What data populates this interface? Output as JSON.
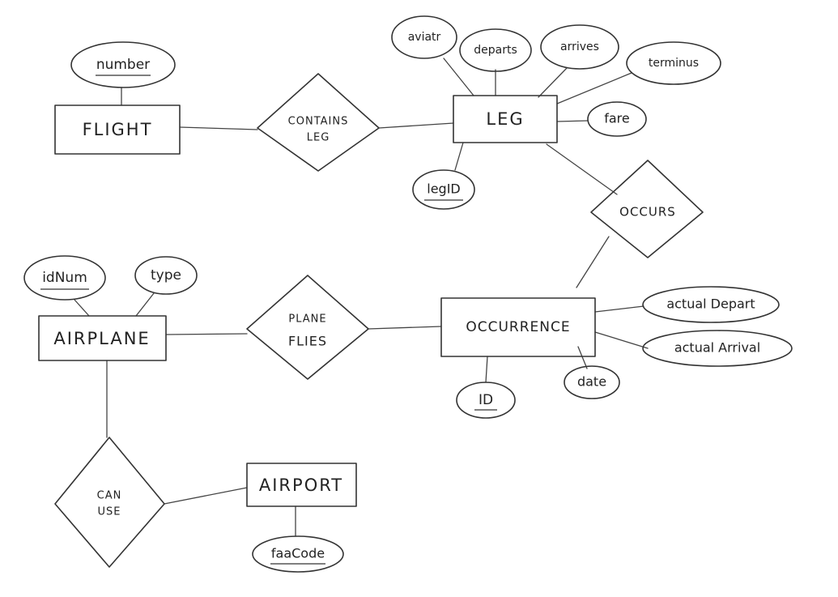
{
  "colors": {
    "ink": "#333333",
    "paper": "#ffffff"
  },
  "entities": {
    "flight": "FLIGHT",
    "leg": "LEG",
    "airplane": "AIRPLANE",
    "occurrence": "OCCURRENCE",
    "airport": "AIRPORT"
  },
  "relationships": {
    "contains_leg": [
      "CONTAINS",
      "LEG"
    ],
    "occurs": [
      "OCCURS"
    ],
    "plane_flies": [
      "PLANE",
      "FLIES"
    ],
    "can_use": [
      "CAN",
      "USE"
    ]
  },
  "attributes": {
    "number": "number",
    "aviator": "aviatr",
    "departs": "departs",
    "arrives": "arrives",
    "terminus": "terminus",
    "fare": "fare",
    "leg_id": "legID",
    "id_num": "idNum",
    "type": "type",
    "actual_depart": "actual Depart",
    "actual_arrival": "actual Arrival",
    "occ_id": "ID",
    "date": "date",
    "faa_code": "faaCode"
  },
  "keys": [
    "number",
    "leg_id",
    "id_num",
    "occ_id",
    "faa_code"
  ]
}
